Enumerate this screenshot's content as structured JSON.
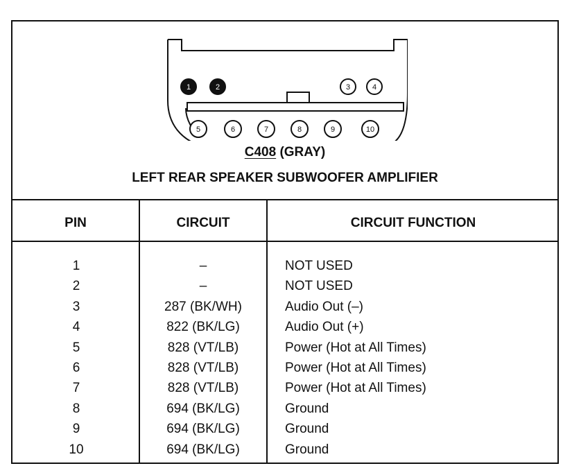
{
  "connector": {
    "id": "C408",
    "color": "(GRAY)",
    "title": "LEFT REAR SPEAKER SUBWOOFER AMPLIFIER",
    "pins_top": [
      {
        "num": "1",
        "filled": true
      },
      {
        "num": "2",
        "filled": true
      },
      {
        "num": "3",
        "filled": false
      },
      {
        "num": "4",
        "filled": false
      }
    ],
    "pins_bottom": [
      "5",
      "6",
      "7",
      "8",
      "9",
      "10"
    ]
  },
  "table": {
    "headers": {
      "pin": "PIN",
      "circuit": "CIRCUIT",
      "function": "CIRCUIT FUNCTION"
    },
    "rows": [
      {
        "pin": "1",
        "circuit": "–",
        "function": "NOT USED"
      },
      {
        "pin": "2",
        "circuit": "–",
        "function": "NOT USED"
      },
      {
        "pin": "3",
        "circuit": "287 (BK/WH)",
        "function": "Audio Out (–)"
      },
      {
        "pin": "4",
        "circuit": "822 (BK/LG)",
        "function": "Audio Out (+)"
      },
      {
        "pin": "5",
        "circuit": "828 (VT/LB)",
        "function": "Power (Hot at All Times)"
      },
      {
        "pin": "6",
        "circuit": "828 (VT/LB)",
        "function": "Power (Hot at All Times)"
      },
      {
        "pin": "7",
        "circuit": "828 (VT/LB)",
        "function": "Power (Hot at All Times)"
      },
      {
        "pin": "8",
        "circuit": "694 (BK/LG)",
        "function": "Ground"
      },
      {
        "pin": "9",
        "circuit": "694 (BK/LG)",
        "function": "Ground"
      },
      {
        "pin": "10",
        "circuit": "694 (BK/LG)",
        "function": "Ground"
      }
    ]
  }
}
